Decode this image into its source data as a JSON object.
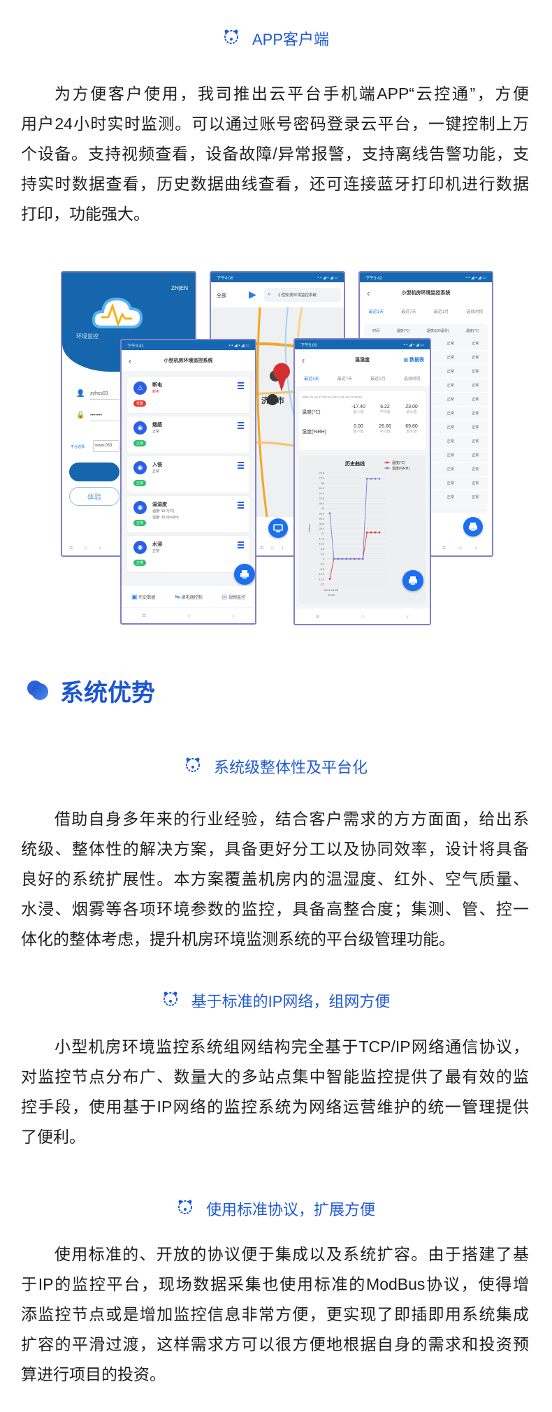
{
  "colors": {
    "accent": "#1f5ad6",
    "status_bar": "#1668b3",
    "alarm": "#e53935",
    "normal": "#2bbf6a",
    "temp_series": "#e53935",
    "humidity_series": "#7b7be0"
  },
  "app_section": {
    "icon": "bear-logo-icon",
    "title": "APP客户端",
    "paragraph_lines": [
      "为方便客户使用，我司推出云平台手机端APP“云控通”，方便",
      "用户24小时实时监测。可以通过账号密码登录云平台，一键控制上万",
      "个设备。支持视频查看，设备故障/异常报警，支持离线告警功能，支",
      "持实时数据查看，历史数据曲线查看，还可连接蓝牙打印机进行数据",
      "打印，功能强大。"
    ]
  },
  "phones": {
    "login": {
      "lang_switch": "ZH|EN",
      "app_name": "环境监控",
      "username": "zyhcs03",
      "password": "•••••••",
      "platform_label": "平台选择",
      "platform_value": "www.053",
      "trial_button": "体验",
      "nav": [
        "≡",
        "○",
        "‹"
      ]
    },
    "map": {
      "time": "下午4:06",
      "filter": "全部",
      "search": "小型机房环境监控系统",
      "city_label": "济南市",
      "nav": [
        "≡",
        "○",
        "‹"
      ]
    },
    "table": {
      "time": "下午3:42",
      "title": "小型机房环境监控系统",
      "tabs": [
        "最近1天",
        "最近7天",
        "最近1月",
        "选择时段"
      ],
      "columns": [
        "时间",
        "温度(℃)",
        "烟感(100毫秒)",
        "温度(℃)"
      ],
      "cell_value": "正常",
      "row_count": 12,
      "nav": [
        "≡",
        "○",
        "‹"
      ]
    },
    "devices": {
      "time": "下午3:41",
      "title": "小型机房环境监控系统",
      "items": [
        {
          "name": "断电",
          "status": "断电",
          "status2": "",
          "badge": "告警",
          "alarm": true
        },
        {
          "name": "烟感",
          "status": "正常",
          "status2": "",
          "badge": "正常",
          "alarm": false
        },
        {
          "name": "入侵",
          "status": "正常",
          "status2": "",
          "badge": "正常",
          "alarm": false
        },
        {
          "name": "温湿度",
          "status": "温度: 19.7(℃)",
          "status2": "湿度: 30.0(%RH)",
          "badge": "正常",
          "alarm": false
        },
        {
          "name": "水浸",
          "status": "正常",
          "status2": "",
          "badge": "正常",
          "alarm": false
        }
      ],
      "toolbar": [
        "历史数据",
        "继电器控制",
        "视频监控"
      ],
      "nav": [
        "≡",
        "○",
        "‹"
      ]
    },
    "chart": {
      "time": "下午5:00",
      "title": "温湿度",
      "table_link": "数据表",
      "tabs": [
        "最近1天",
        "最近7天",
        "最近1月",
        "选择时段"
      ],
      "range": "2021-01-24 17:00:15~2021-01-25 17:00:15",
      "stats": [
        {
          "label": "温度(℃)",
          "min": "-17.40",
          "avg": "6.22",
          "max": "23.00"
        },
        {
          "label": "湿度(%RH)",
          "min": "0.00",
          "avg": "26.66",
          "max": "69.80"
        }
      ],
      "stat_labels": {
        "min": "最小值",
        "avg": "平均值",
        "max": "最大值"
      },
      "nav": [
        "≡",
        "○",
        "‹"
      ]
    }
  },
  "chart_data": {
    "type": "line",
    "title": "历史曲线",
    "ylabel": "Values",
    "x_tick_labels": [
      "2021-01-25",
      "16:50"
    ],
    "ylim": [
      -22,
      74.8
    ],
    "y_ticks": [
      "74.8",
      "70.4",
      "66",
      "61.6",
      "57.2",
      "52.8",
      "48.4",
      "44",
      "39.6",
      "35.2",
      "30.8",
      "26.4",
      "22",
      "17.6",
      "13.2",
      "8.8",
      "4.4",
      "0",
      "-4.4",
      "-8.8",
      "-13.2",
      "-17.6",
      "-22"
    ],
    "grid": true,
    "legend": "top-right",
    "series": [
      {
        "name": "温度(℃)",
        "values": [
          -17.4,
          0,
          0,
          0,
          0,
          0,
          0,
          0,
          0,
          23,
          23,
          23,
          23
        ]
      },
      {
        "name": "湿度(%RH)",
        "values": [
          39.6,
          0,
          0,
          0,
          0,
          0,
          0,
          0,
          0,
          69.8,
          69.8,
          69.8,
          69.8
        ]
      }
    ]
  },
  "advantages": {
    "title": "系统优势",
    "sections": [
      {
        "title": "系统级整体性及平台化",
        "lines": [
          "借助自身多年来的行业经验，结合客户需求的方方面面，给出系",
          "统级、整体性的解决方案，具备更好分工以及协同效率，设计将具备",
          "良好的系统扩展性。本方案覆盖机房内的温湿度、红外、空气质量、",
          "水浸、烟雾等各项环境参数的监控，具备高整合度；集测、管、控一",
          "体化的整体考虑，提升机房环境监测系统的平台级管理功能。"
        ]
      },
      {
        "title": "基于标准的IP网络，组网方便",
        "lines": [
          "小型机房环境监控系统组网结构完全基于TCP/IP网络通信协议，",
          "对监控节点分布广、数量大的多站点集中智能监控提供了最有效的监",
          "控手段，使用基于IP网络的监控系统为网络运营维护的统一管理提供",
          "了便利。"
        ]
      },
      {
        "title": "使用标准协议，扩展方便",
        "lines": [
          "使用标准的、开放的协议便于集成以及系统扩容。由于搭建了基",
          "于IP的监控平台，现场数据采集也使用标准的ModBus协议，使得增",
          "添监控节点或是增加监控信息非常方便，更实现了即插即用系统集成",
          "扩容的平滑过渡，这样需求方可以很方便地根据自身的需求和投资预",
          "算进行项目的投资。"
        ]
      }
    ]
  }
}
